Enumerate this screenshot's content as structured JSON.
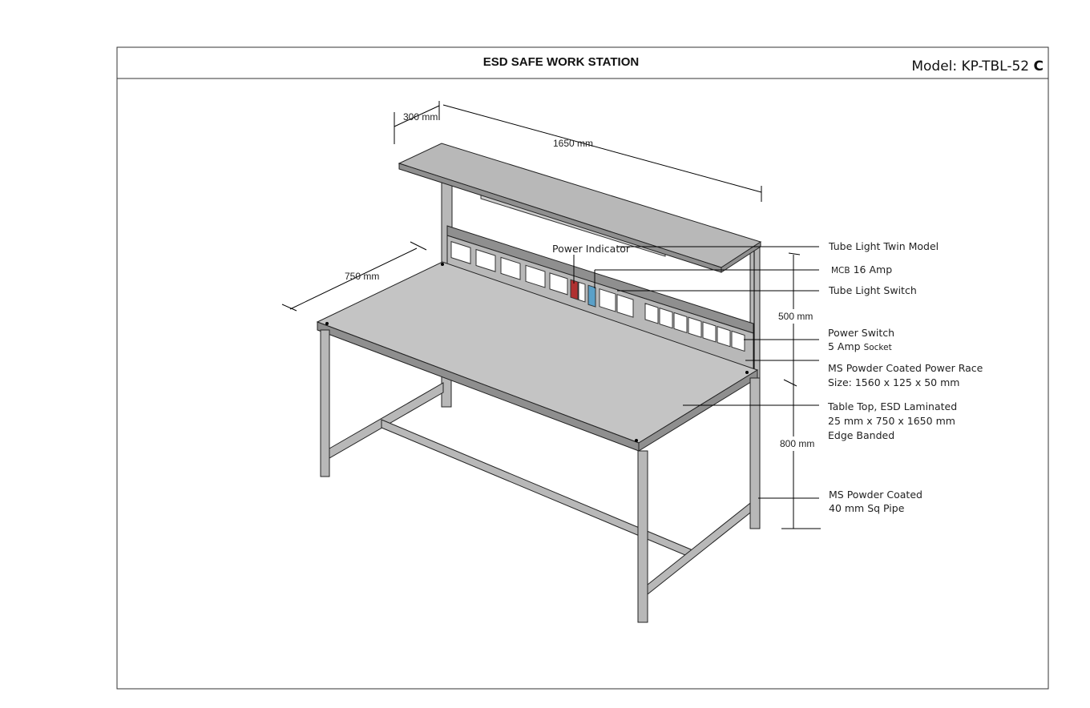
{
  "header": {
    "title": "ESD SAFE WORK STATION",
    "model_prefix": "Model: KP-TBL-52 ",
    "model_suffix": "C"
  },
  "dimensions": {
    "shelf_depth": "300 mm",
    "shelf_length": "1650 mm",
    "table_depth": "750 mm",
    "upper_height": "500 mm",
    "table_height": "800 mm"
  },
  "callouts": {
    "power_indicator": "Power Indicator",
    "tube_light": "Tube Light Twin Model",
    "mcb_small": "MCB",
    "mcb_rest": " 16 Amp",
    "tube_light_switch": "Tube Light Switch",
    "power_switch": "Power Switch",
    "socket_5a_main": "5 Amp ",
    "socket_5a_small": "Socket",
    "power_race_1": "MS Powder Coated Power Race",
    "power_race_2": "Size: 1560 x 125 x 50 mm",
    "table_top_1": "Table Top, ESD Laminated",
    "table_top_2": "25 mm x 750 x 1650 mm",
    "table_top_3": "Edge Banded",
    "pipe_1": "MS Powder Coated",
    "pipe_2": "40 mm Sq Pipe"
  },
  "colors": {
    "indicator": "#b03030",
    "mcb": "#5aa0c8",
    "metal": "#b8b8b8"
  }
}
